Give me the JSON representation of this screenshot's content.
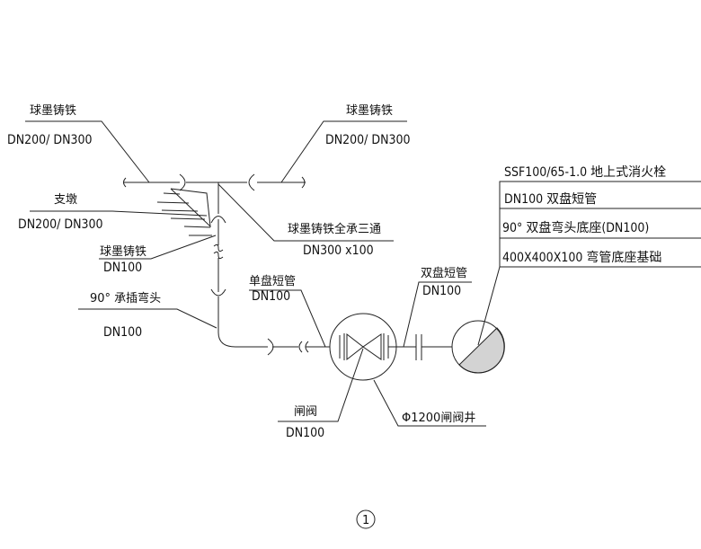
{
  "labels": {
    "top_left": {
      "material": "球墨铸铁",
      "size": "DN200/ DN300"
    },
    "top_right": {
      "material": "球墨铸铁",
      "size": "DN200/ DN300"
    },
    "thrust_block": {
      "name": "支墩",
      "size": "DN200/ DN300"
    },
    "branch_pipe": {
      "material": "球墨铸铁",
      "size": "DN100"
    },
    "tee": {
      "name": "球墨铸铁全承三通",
      "size": "DN300 x100"
    },
    "elbow": {
      "name": "90° 承插弯头",
      "size": "DN100"
    },
    "single_flange": {
      "name": "单盘短管",
      "size": "DN100"
    },
    "double_flange": {
      "name": "双盘短管",
      "size": "DN100"
    },
    "gate_valve": {
      "name": "闸阀",
      "size": "DN100"
    },
    "valve_well": {
      "name": "Φ1200闸阀井"
    }
  },
  "hydrant_table": {
    "title": "SSF100/65-1.0 地上式消火栓",
    "rows": [
      "DN100 双盘短管",
      "90° 双盘弯头底座(DN100)",
      "400X400X100 弯管底座基础"
    ]
  },
  "detail_number": "1",
  "colors": {
    "line": "#222222",
    "fill": "#d3d3d3"
  }
}
